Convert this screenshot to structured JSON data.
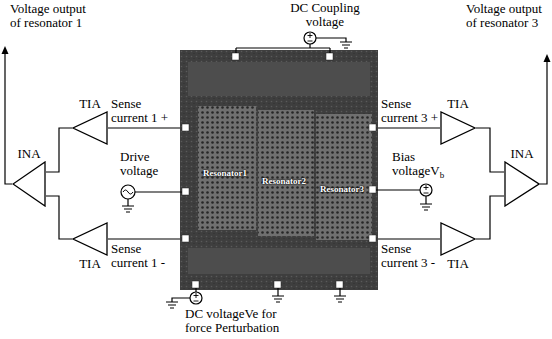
{
  "diagram": {
    "nodes": [
      {
        "text": [
          "INA"
        ]
      },
      {
        "text": [
          "TIA"
        ]
      },
      {
        "text": [
          "TIA"
        ]
      },
      {
        "text": [
          "Resonator1",
          "Resonator2",
          "Resonator3"
        ]
      },
      {
        "text": [
          "TIA"
        ]
      },
      {
        "text": [
          "TIA"
        ]
      },
      {
        "text": [
          "INA"
        ]
      }
    ],
    "edges": [
      {
        "from": 3,
        "to": 1,
        "arrow": "none",
        "label": "Sense current 1 +"
      },
      {
        "from": 3,
        "to": 2,
        "arrow": "none",
        "label": "Sense current 1 -"
      },
      {
        "from": 1,
        "to": 0,
        "arrow": "none"
      },
      {
        "from": 2,
        "to": 0,
        "arrow": "none"
      },
      {
        "from": 3,
        "to": 4,
        "arrow": "none",
        "label": "Sense current 3 +"
      },
      {
        "from": 3,
        "to": 5,
        "arrow": "none",
        "label": "Sense current 3 -"
      },
      {
        "from": 4,
        "to": 6,
        "arrow": "none"
      },
      {
        "from": 5,
        "to": 6,
        "arrow": "none"
      }
    ],
    "labels": [
      "Voltage output of resonator 1",
      "Drive voltage",
      "DC Coupling voltage",
      "Voltage output of resonator 3",
      "Bias voltageV",
      "b",
      "DC voltageVe for force Perturbation"
    ]
  }
}
